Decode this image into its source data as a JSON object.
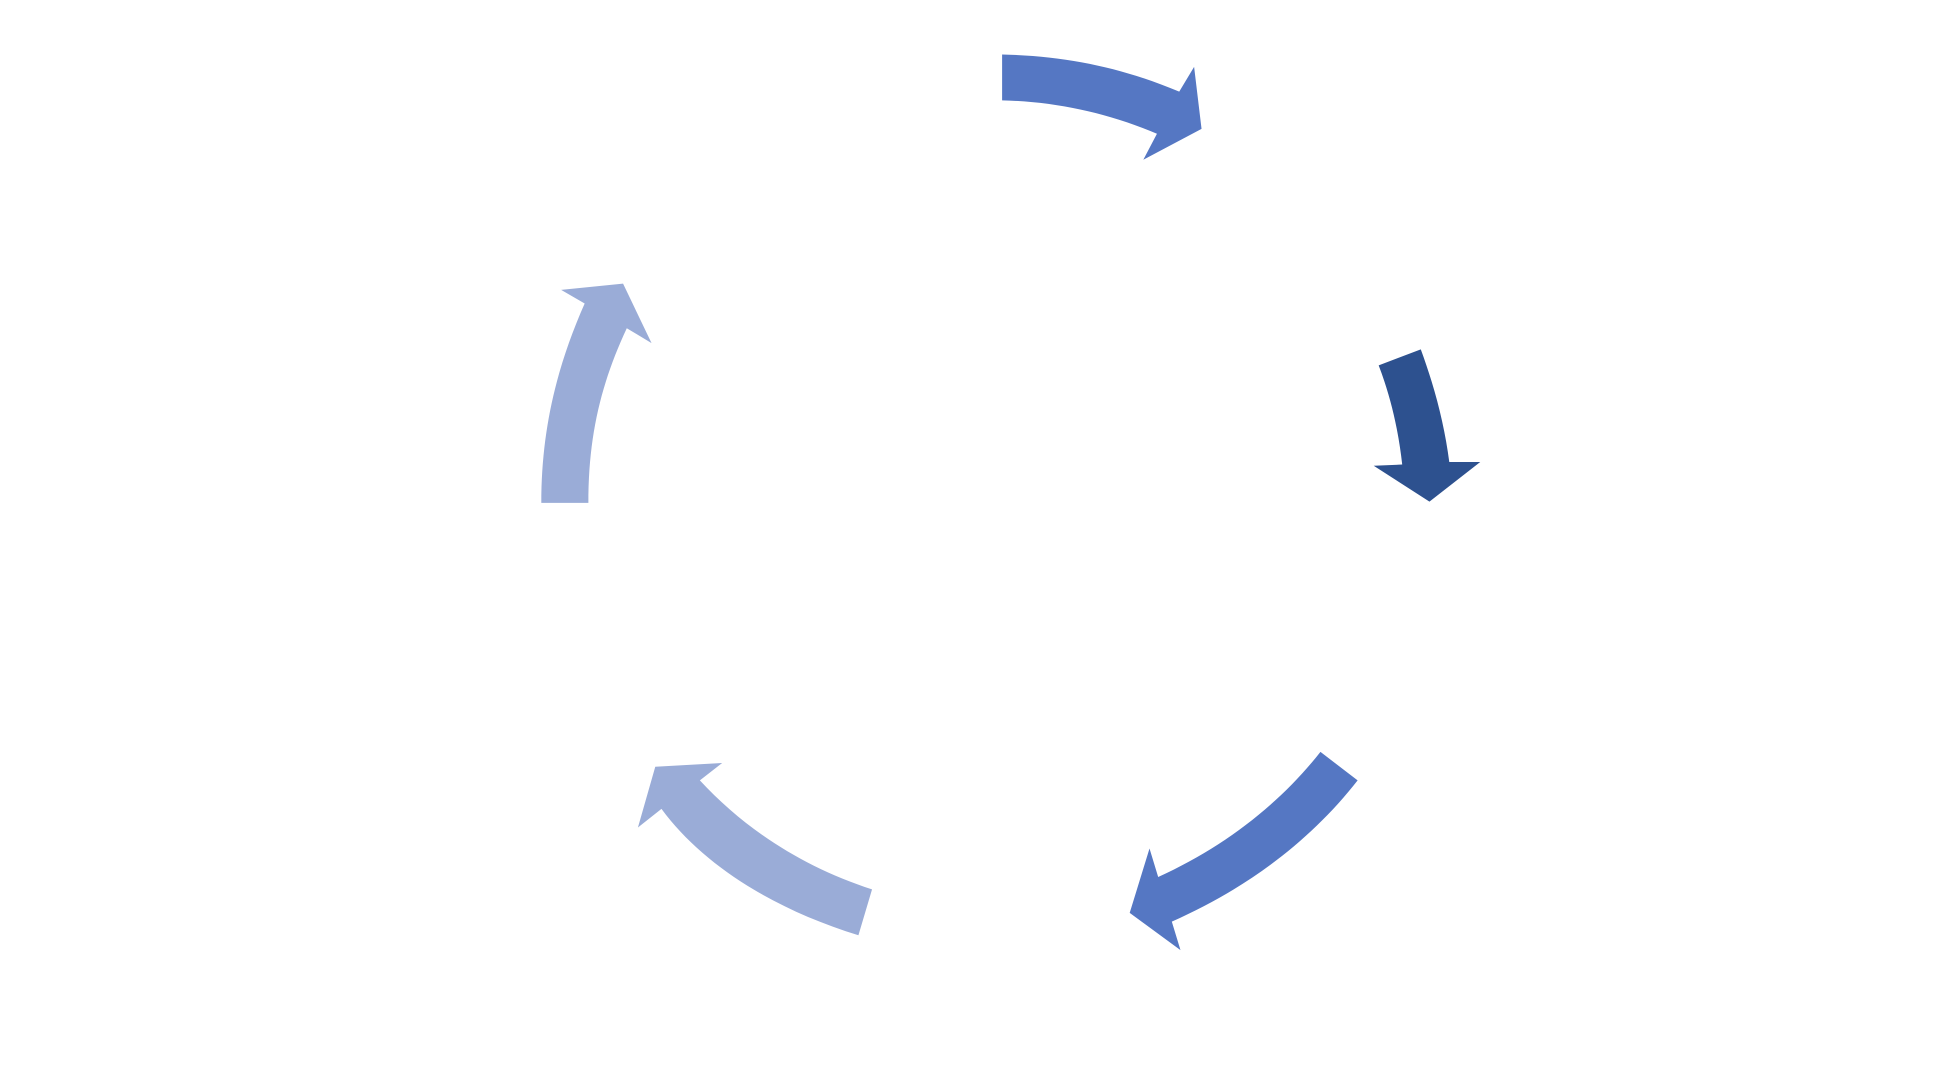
{
  "diagram": {
    "type": "cycle",
    "direction": "clockwise",
    "arrows": [
      {
        "name": "cycle-arrow-top",
        "color": "#5577C3"
      },
      {
        "name": "cycle-arrow-right",
        "color": "#2D518F"
      },
      {
        "name": "cycle-arrow-bottom-right",
        "color": "#5577C3"
      },
      {
        "name": "cycle-arrow-bottom-left",
        "color": "#9AACD7"
      },
      {
        "name": "cycle-arrow-left",
        "color": "#9AACD7"
      }
    ]
  }
}
